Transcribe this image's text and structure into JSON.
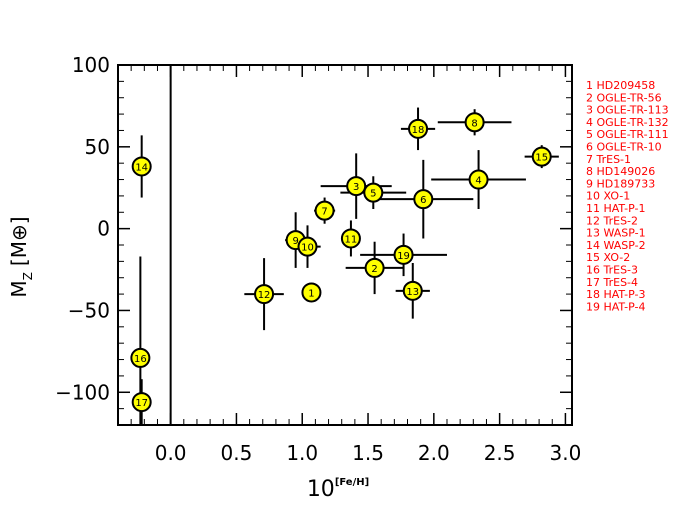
{
  "chart_data": {
    "type": "scatter",
    "xlabel_base": "10",
    "xlabel_exp": "[Fe/H]",
    "ylabel_main": "M",
    "ylabel_sub": "Z",
    "ylabel_unit": "[M⊕]",
    "xlim": [
      -0.4,
      3.05
    ],
    "ylim": [
      -120,
      100
    ],
    "xticks": [
      0.0,
      0.5,
      1.0,
      1.5,
      2.0,
      2.5,
      3.0
    ],
    "xtick_labels": [
      "0.0",
      "0.5",
      "1.0",
      "1.5",
      "2.0",
      "2.5",
      "3.0"
    ],
    "yticks": [
      -100,
      -50,
      0,
      50,
      100
    ],
    "ytick_labels": [
      "−100",
      "−50",
      "0",
      "50",
      "100"
    ],
    "vertical_line_x": 0,
    "marker_color": "#ffff00",
    "legend_color": "#ff0000",
    "points": [
      {
        "id": "1",
        "name": "HD209458",
        "x": 1.07,
        "y": -39,
        "xerr": 0.05,
        "yerr": 3
      },
      {
        "id": "2",
        "name": "OGLE-TR-56",
        "x": 1.55,
        "y": -24,
        "xerr": 0.22,
        "yerr": 16
      },
      {
        "id": "3",
        "name": "OGLE-TR-113",
        "x": 1.41,
        "y": 26,
        "xerr": 0.27,
        "yerr": 20
      },
      {
        "id": "4",
        "name": "OGLE-TR-132",
        "x": 2.34,
        "y": 30,
        "xerr": 0.36,
        "yerr": 18
      },
      {
        "id": "5",
        "name": "OGLE-TR-111",
        "x": 1.54,
        "y": 22,
        "xerr": 0.25,
        "yerr": 10
      },
      {
        "id": "6",
        "name": "OGLE-TR-10",
        "x": 1.92,
        "y": 18,
        "xerr": 0.38,
        "yerr": 24
      },
      {
        "id": "7",
        "name": "TrES-1",
        "x": 1.17,
        "y": 11,
        "xerr": 0.08,
        "yerr": 8
      },
      {
        "id": "8",
        "name": "HD149026",
        "x": 2.31,
        "y": 65,
        "xerr": 0.28,
        "yerr": 8
      },
      {
        "id": "9",
        "name": "HD189733",
        "x": 0.95,
        "y": -7,
        "xerr": 0.08,
        "yerr": 17
      },
      {
        "id": "10",
        "name": "XO-1",
        "x": 1.04,
        "y": -11,
        "xerr": 0.1,
        "yerr": 13
      },
      {
        "id": "11",
        "name": "HAT-P-1",
        "x": 1.37,
        "y": -6,
        "xerr": 0.05,
        "yerr": 11
      },
      {
        "id": "12",
        "name": "TrES-2",
        "x": 0.71,
        "y": -40,
        "xerr": 0.15,
        "yerr": 22
      },
      {
        "id": "13",
        "name": "WASP-1",
        "x": 1.84,
        "y": -38,
        "xerr": 0.13,
        "yerr": 17
      },
      {
        "id": "14",
        "name": "WASP-2",
        "x": -0.22,
        "y": 38,
        "xerr": 0,
        "yerr": 19
      },
      {
        "id": "15",
        "name": "XO-2",
        "x": 2.82,
        "y": 44,
        "xerr": 0.13,
        "yerr": 7
      },
      {
        "id": "16",
        "name": "TrES-3",
        "x": -0.23,
        "y": -79,
        "xerr": 0,
        "yerr": 62
      },
      {
        "id": "17",
        "name": "TrES-4",
        "x": -0.22,
        "y": -106,
        "xerr": 0,
        "yerr": 14
      },
      {
        "id": "18",
        "name": "HAT-P-3",
        "x": 1.88,
        "y": 61,
        "xerr": 0.13,
        "yerr": 13
      },
      {
        "id": "19",
        "name": "HAT-P-4",
        "x": 1.77,
        "y": -16,
        "xerr": 0.33,
        "yerr": 13
      }
    ]
  }
}
